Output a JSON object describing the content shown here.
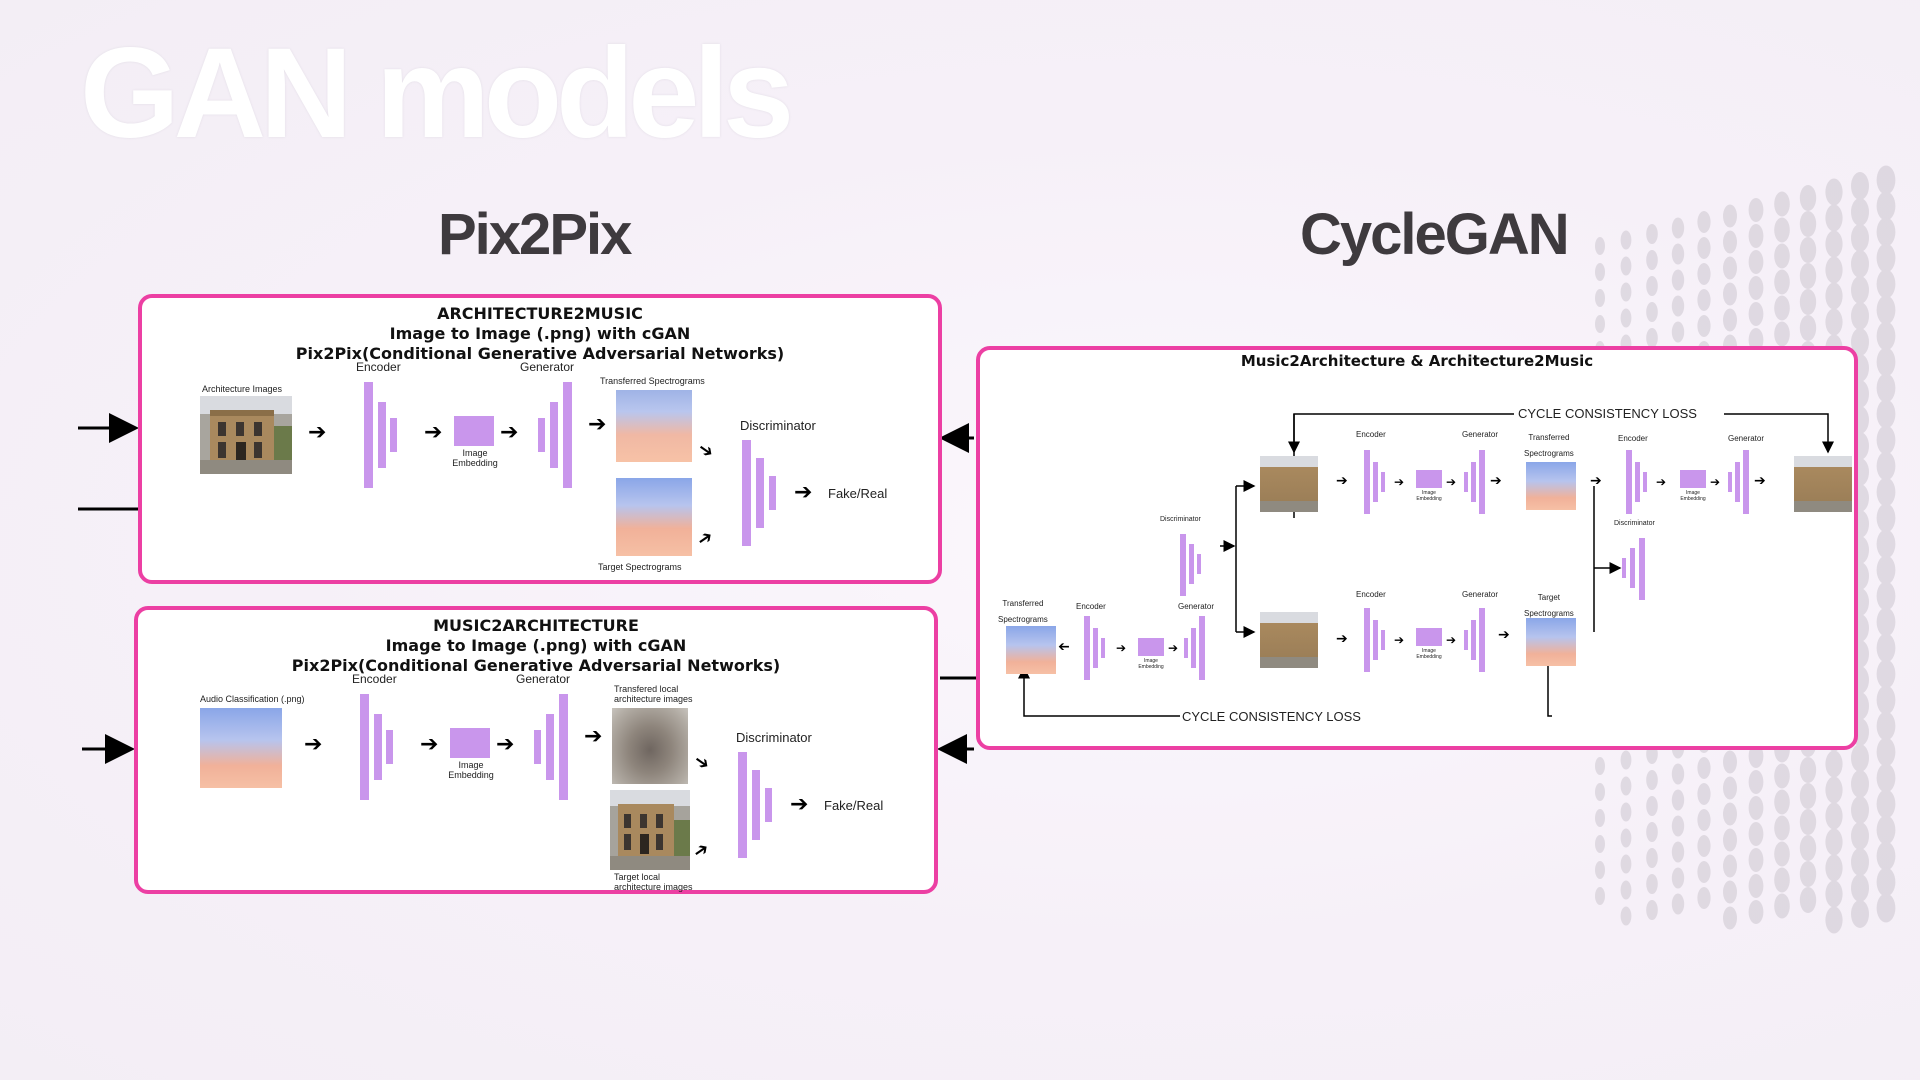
{
  "slide": {
    "title": "GAN models"
  },
  "pix2pix": {
    "heading": "Pix2Pix",
    "panel_a": {
      "title_line1": "ARCHITECTURE2MUSIC",
      "title_line2": "Image to Image (.png) with  cGAN",
      "title_line3": "Pix2Pix(Conditional Generative Adversarial Networks)",
      "input_label": "Architecture Images",
      "encoder_label": "Encoder",
      "generator_label": "Generator",
      "embedding_label": "Image\nEmbedding",
      "transferred_label": "Transferred Spectrograms",
      "target_label": "Target Spectrograms",
      "discriminator_label": "Discriminator",
      "output_label": "Fake/Real"
    },
    "panel_b": {
      "title_line1": "MUSIC2ARCHITECTURE",
      "title_line2": "Image to Image (.png) with  cGAN",
      "title_line3": "Pix2Pix(Conditional Generative Adversarial Networks)",
      "input_label": "Audio Classification (.png)",
      "encoder_label": "Encoder",
      "generator_label": "Generator",
      "embedding_label": "Image\nEmbedding",
      "transferred_label": "Transfered local\narchitecture images",
      "target_label": "Target local\narchitecture images",
      "discriminator_label": "Discriminator",
      "output_label": "Fake/Real"
    }
  },
  "cyclegan": {
    "heading": "CycleGAN",
    "panel_title": "Music2Architecture & Architecture2Music",
    "cycle_loss_top": "CYCLE CONSISTENCY LOSS",
    "cycle_loss_bottom": "CYCLE CONSISTENCY LOSS",
    "encoder_label": "Encoder",
    "generator_label": "Generator",
    "embedding_label": "Image\nEmbedding",
    "transferred_spectrograms_label": "Transferred\nSpectrograms",
    "target_spectrograms_label": "Target\nSpectrograms",
    "discriminator_label": "Discriminator"
  },
  "colors": {
    "accent_border": "#ec3fa3",
    "layer_fill": "#c996ec",
    "title_dark": "#3e3a3e"
  }
}
